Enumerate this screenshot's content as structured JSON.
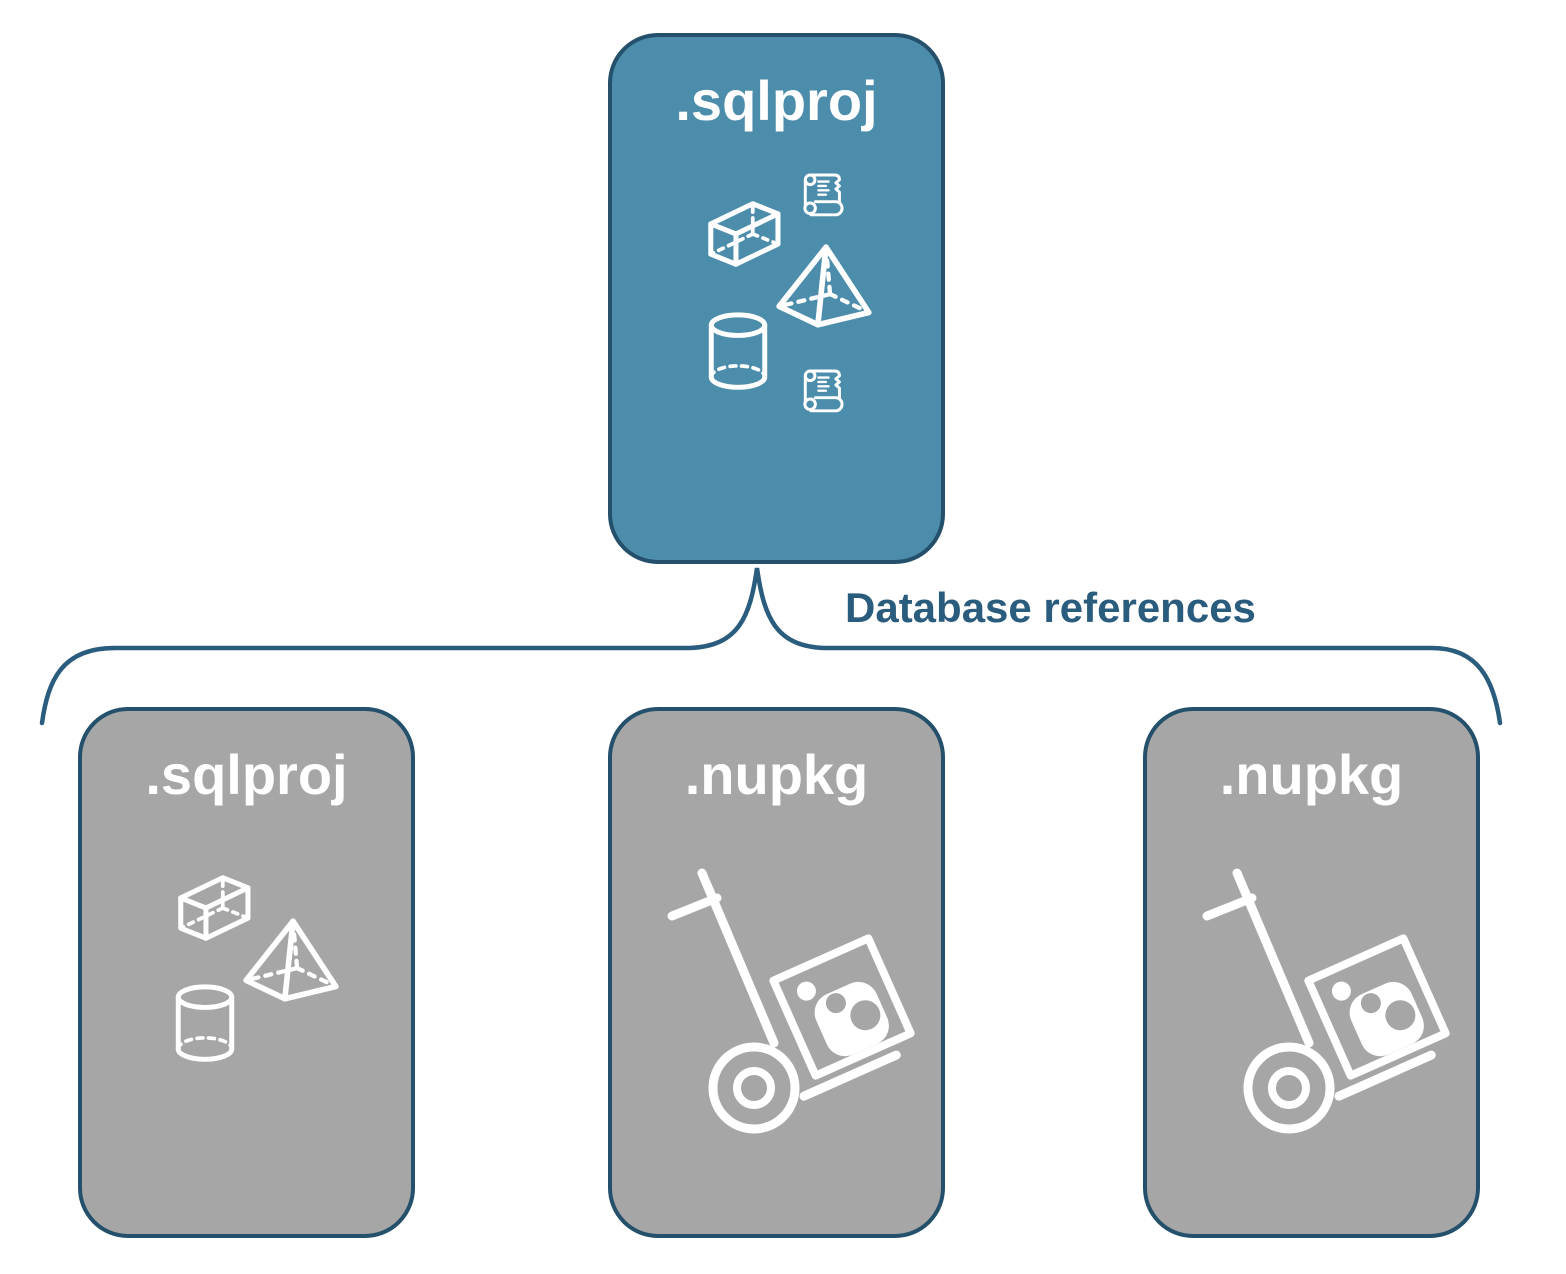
{
  "diagram": {
    "edge_label": "Database references",
    "parent": {
      "title": ".sqlproj",
      "icons": [
        "scroll-icon",
        "cube-icon",
        "pyramid-icon",
        "cylinder-icon",
        "scroll-icon"
      ]
    },
    "children": [
      {
        "title": ".sqlproj",
        "icons": [
          "cube-icon",
          "pyramid-icon",
          "cylinder-icon"
        ]
      },
      {
        "title": ".nupkg",
        "icons": [
          "package-dolly-icon"
        ]
      },
      {
        "title": ".nupkg",
        "icons": [
          "package-dolly-icon"
        ]
      }
    ],
    "colors": {
      "parent_fill": "#4C8DAB",
      "child_fill": "#A6A6A6",
      "card_border": "#24506B",
      "connector_line": "#2A5C7D",
      "label_text": "#2A5C7D",
      "icon_stroke": "#FFFFFF"
    }
  }
}
